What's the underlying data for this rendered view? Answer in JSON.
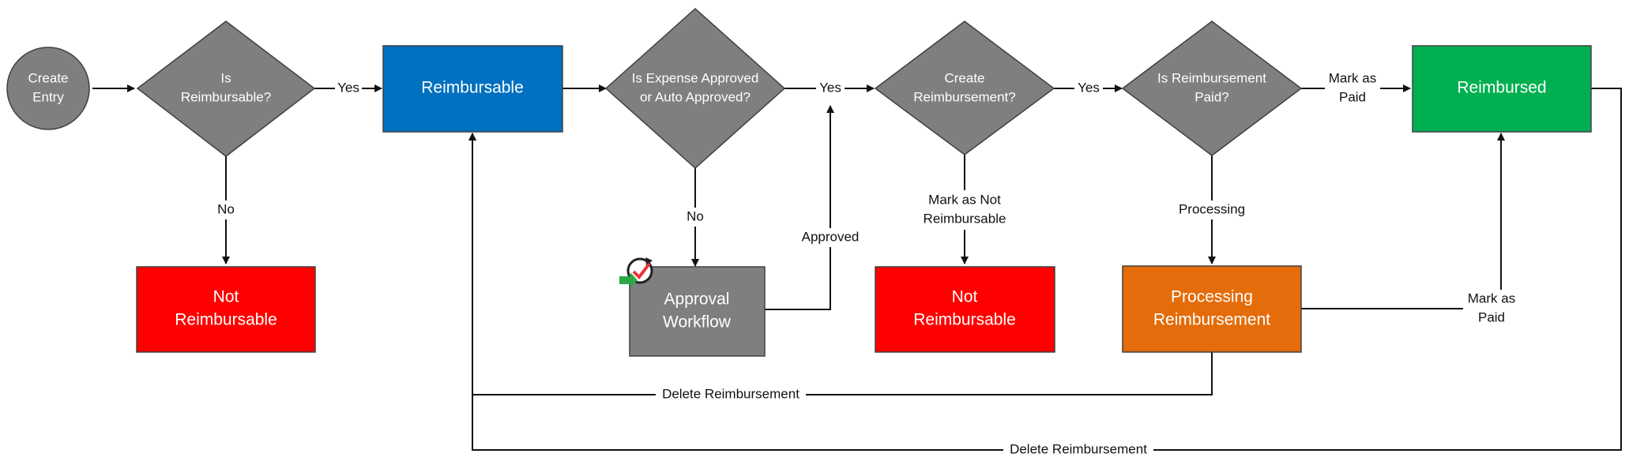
{
  "colors": {
    "decision": "#7f7f7f",
    "start": "#7f7f7f",
    "reimbursable": "#0070c0",
    "not_reimbursable": "#ff0000",
    "approval": "#7f7f7f",
    "processing": "#e46c0a",
    "reimbursed": "#00b050",
    "stroke": "#404040",
    "line": "#111111"
  },
  "nodes": {
    "create_entry": [
      "Create",
      "Entry"
    ],
    "is_reimbursable": [
      "Is",
      "Reimbursable?"
    ],
    "not_reimbursable_1": [
      "Not",
      "Reimbursable"
    ],
    "reimbursable": [
      "Reimbursable"
    ],
    "is_expense_approved": [
      "Is Expense Approved",
      "or Auto Approved?"
    ],
    "approval_workflow": [
      "Approval",
      "Workflow"
    ],
    "create_reimbursement": [
      "Create",
      "Reimbursement?"
    ],
    "not_reimbursable_2": [
      "Not",
      "Reimbursable"
    ],
    "is_reimbursement_paid": [
      "Is Reimbursement",
      "Paid?"
    ],
    "processing_reimbursement": [
      "Processing",
      "Reimbursement"
    ],
    "reimbursed": [
      "Reimbursed"
    ]
  },
  "edges": {
    "yes_1": [
      "Yes"
    ],
    "no_1": [
      "No"
    ],
    "yes_2": [
      "Yes"
    ],
    "no_2": [
      "No"
    ],
    "approved": [
      "Approved"
    ],
    "yes_3": [
      "Yes"
    ],
    "mark_not_reimbursable": [
      "Mark as Not",
      "Reimbursable"
    ],
    "mark_paid_1": [
      "Mark as",
      "Paid"
    ],
    "processing": [
      "Processing"
    ],
    "mark_paid_2": [
      "Mark as",
      "Paid"
    ],
    "delete_1": [
      "Delete Reimbursement"
    ],
    "delete_2": [
      "Delete Reimbursement"
    ]
  },
  "icons": {
    "workflow_badge": "workflow-approval-icon"
  }
}
